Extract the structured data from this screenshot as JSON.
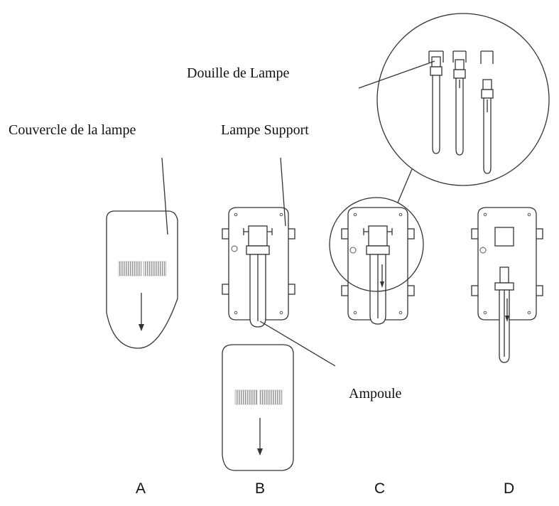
{
  "labels": {
    "lamp_socket": "Douille de Lampe",
    "lamp_cover": "Couvercle de la lampe",
    "lamp_holder": "Lampe Support",
    "bulb": "Ampoule"
  },
  "steps": [
    "A",
    "B",
    "C",
    "D"
  ]
}
